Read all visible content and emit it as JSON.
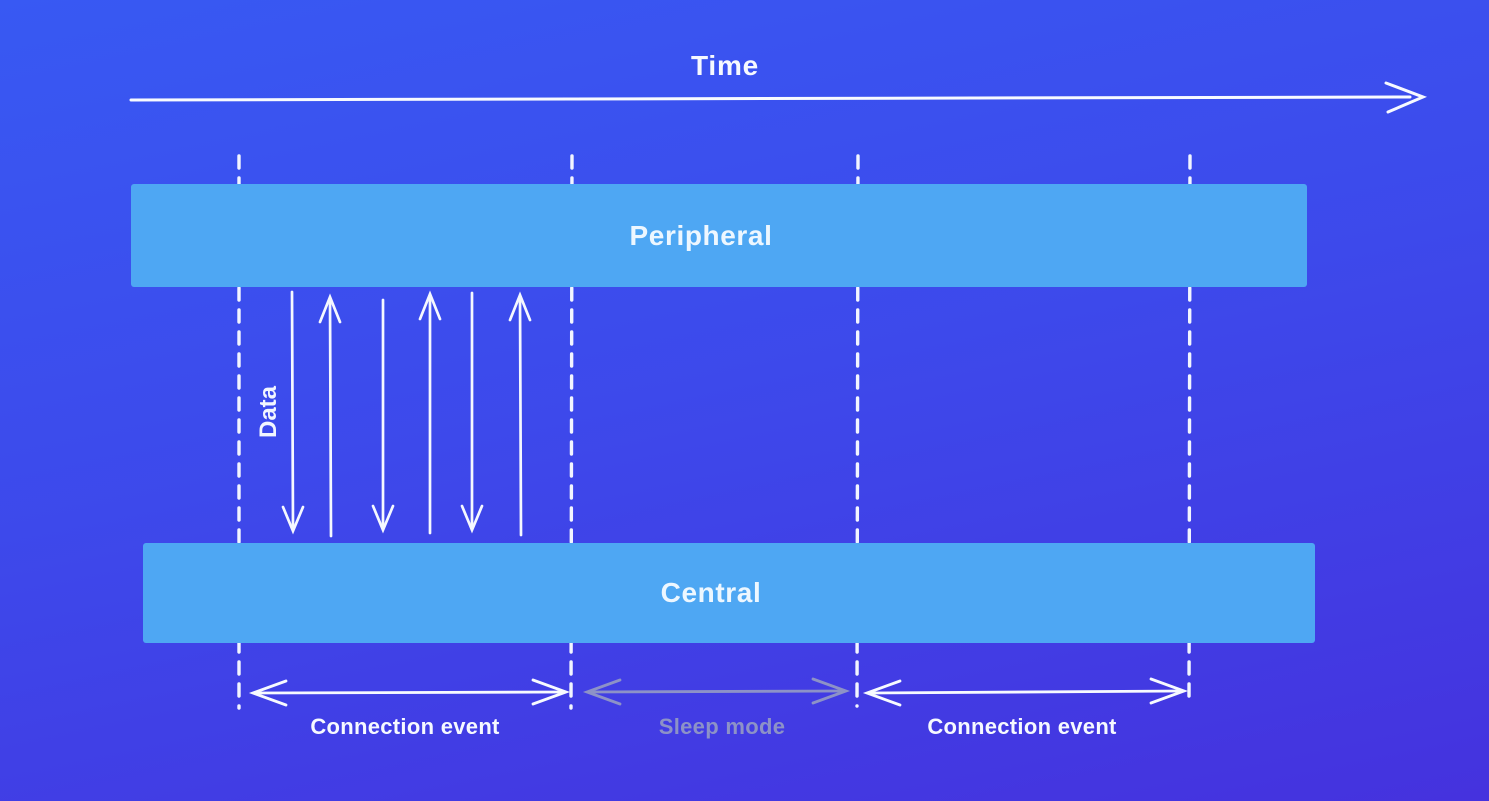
{
  "diagram": {
    "title": "Time",
    "time_axis": {
      "label": "Time",
      "direction": "right"
    },
    "bars": [
      {
        "id": "peripheral",
        "label": "Peripheral"
      },
      {
        "id": "central",
        "label": "Central"
      }
    ],
    "data_exchange": {
      "label": "Data",
      "arrow_count": 6,
      "arrow_directions": [
        "down",
        "up",
        "down",
        "up",
        "down",
        "up"
      ]
    },
    "segments": [
      {
        "label": "Connection event",
        "state": "active"
      },
      {
        "label": "Sleep mode",
        "state": "idle"
      },
      {
        "label": "Connection event",
        "state": "active"
      }
    ],
    "colors": {
      "background_top": "#3859F3",
      "background_bottom": "#4532DE",
      "bar_fill": "#4EA7F3",
      "bar_text": "#EDF7FF",
      "arrow_white": "#F7FAFF",
      "sleep_gray": "#8D92C7"
    }
  }
}
